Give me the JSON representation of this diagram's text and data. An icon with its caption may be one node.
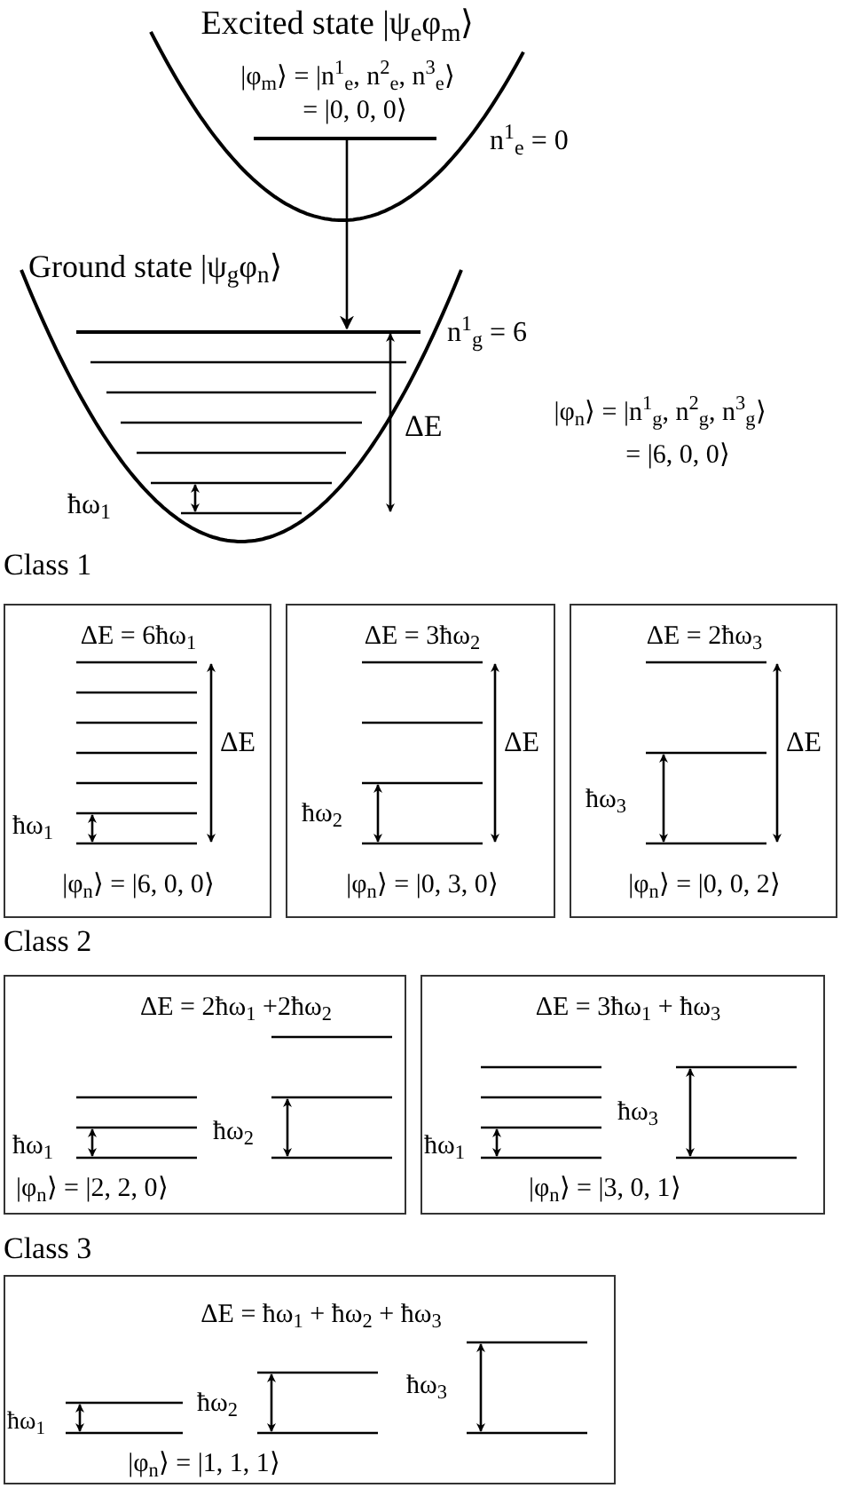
{
  "diagram": {
    "nodes": [
      {
        "text": [],
        "shape": "bar"
      },
      {
        "text": [],
        "shape": "bar"
      },
      {
        "text": [
          "ΔE = 6ħω$_{1}$",
          "ΔE",
          "ħω$_{1}$",
          "|φ$_{n}$⟩ = |6, 0, 0⟩"
        ]
      },
      {
        "text": [
          "ΔE = 3ħω$_{2}$",
          "ΔE",
          "ħω$_{2}$",
          "|φ$_{n}$⟩ = |0, 3, 0⟩"
        ]
      },
      {
        "text": [
          "ΔE = 2ħω$_{3}$",
          "ΔE",
          "ħω$_{3}$",
          "|φ$_{n}$⟩ = |0, 0, 2⟩"
        ]
      },
      {
        "text": [
          "ΔE = 2ħω$_{1}$ +2ħω$_{2}$",
          "ħω$_{1}$",
          "ħω$_{2}$",
          "|φ$_{n}$⟩ = |2, 2, 0⟩"
        ]
      },
      {
        "text": [
          "ΔE = 3ħω$_{1}$ + ħω$_{3}$",
          "ħω$_{1}$",
          "ħω$_{3}$",
          "|φ$_{n}$⟩ = |3, 0, 1⟩"
        ]
      },
      {
        "text": [
          "ΔE = ħω$_{1}$ + ħω$_{2}$ + ħω$_{3}$",
          "ħω$_{1}$",
          "ħω$_{2}$",
          "ħω$_{3}$",
          "|φ$_{n}$⟩ = |1, 1, 1⟩"
        ]
      }
    ],
    "edges": [
      {
        "from": 0,
        "to": 1,
        "arrow": "to"
      }
    ],
    "labels": [
      "Excited state |ψ$_{e}$φ$_{m}$⟩",
      "|φ$_{m}$⟩ = |n$^{1}$$_{e}$, n$^{2}$$_{e}$, n$^{3}$$_{e}$⟩",
      "= |0, 0, 0⟩",
      "n$^{1}$$_{e}$ = 0",
      "Ground state |ψ$_{g}$φ$_{n}$⟩",
      "n$^{1}$$_{g}$ = 6",
      "ΔE",
      "|φ$_{n}$⟩ = |n$^{1}$$_{g}$, n$^{2}$$_{g}$, n$^{3}$$_{g}$⟩",
      "= |6, 0, 0⟩",
      "ħω$_{1}$",
      "Class 1",
      "Class 2",
      "Class 3"
    ]
  }
}
